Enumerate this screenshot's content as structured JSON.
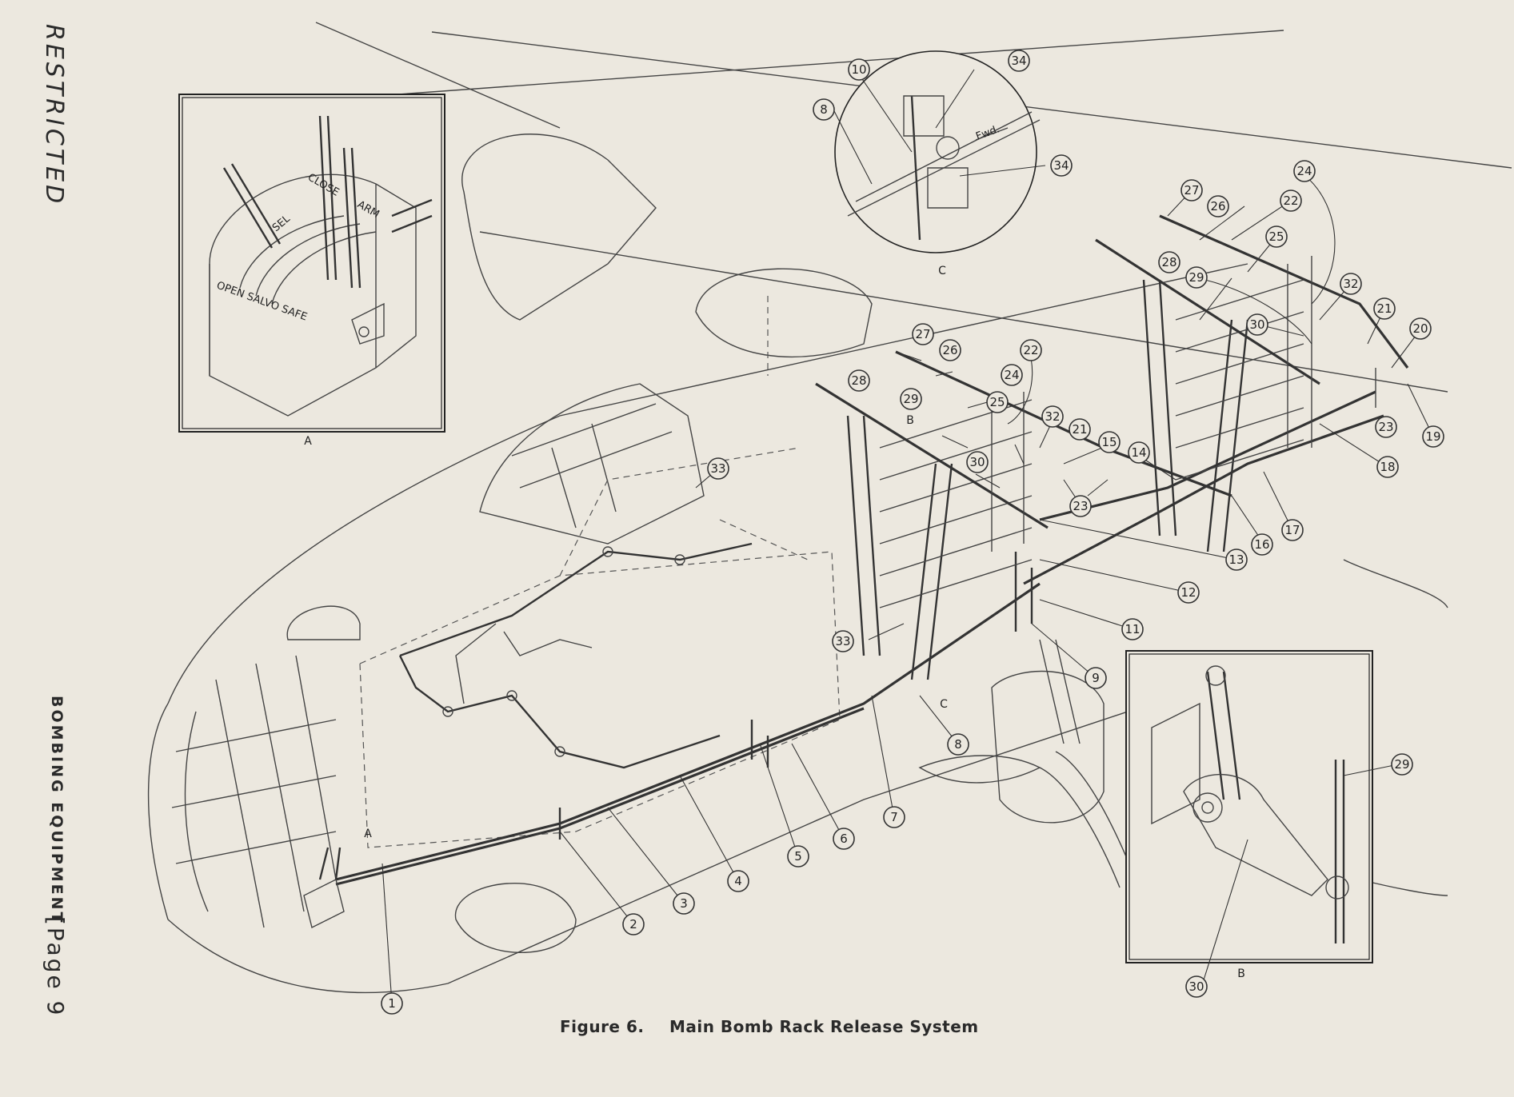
{
  "sidebar": {
    "restricted": "RESTRICTED",
    "section": "BOMBING EQUIPMENT",
    "page": "[Page 9"
  },
  "caption": {
    "figure": "Figure 6.",
    "title": "Main Bomb Rack Release System"
  },
  "inset_a": {
    "letter": "A",
    "lever_labels": {
      "open_salvo_safe": "OPEN SALVO SAFE",
      "sel": "SEL",
      "close": "CLOSE",
      "arm": "ARM"
    }
  },
  "inset_b": {
    "letter": "B"
  },
  "inset_c": {
    "letter": "C",
    "fwd": "Fwd."
  },
  "view_markers": {
    "a": "A",
    "b": "B",
    "c": "C"
  },
  "callouts": [
    "1",
    "2",
    "3",
    "4",
    "5",
    "6",
    "7",
    "8",
    "9",
    "10",
    "11",
    "12",
    "13",
    "14",
    "15",
    "16",
    "17",
    "18",
    "19",
    "20",
    "21",
    "22",
    "23",
    "24",
    "25",
    "26",
    "27",
    "28",
    "29",
    "30",
    "32",
    "33",
    "34"
  ]
}
